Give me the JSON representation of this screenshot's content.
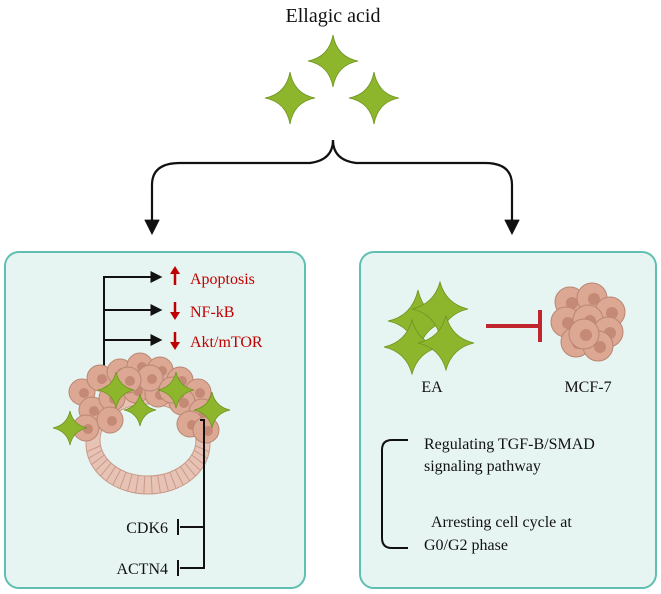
{
  "title": "Ellagic acid",
  "left_panel": {
    "effects": [
      {
        "direction": "up",
        "label": "Apoptosis"
      },
      {
        "direction": "down",
        "label": "NF-kB"
      },
      {
        "direction": "down",
        "label": "Akt/mTOR"
      }
    ],
    "inhibited_targets": [
      "CDK6",
      "ACTN4"
    ]
  },
  "right_panel": {
    "agent_label": "EA",
    "target_label": "MCF-7",
    "mechanisms": [
      {
        "line1": "Regulating TGF-B/SMAD",
        "line2": "signaling pathway"
      },
      {
        "line1": "Arresting cell cycle at",
        "line2": "G0/G2 phase"
      }
    ]
  },
  "colors": {
    "star": "#8db62d",
    "panel_fill": "#e7f5f2",
    "panel_border": "#5fbfb0",
    "effect_text": "#c00000",
    "inhibit_arrow": "#c0262d",
    "cell": "#dca793"
  }
}
